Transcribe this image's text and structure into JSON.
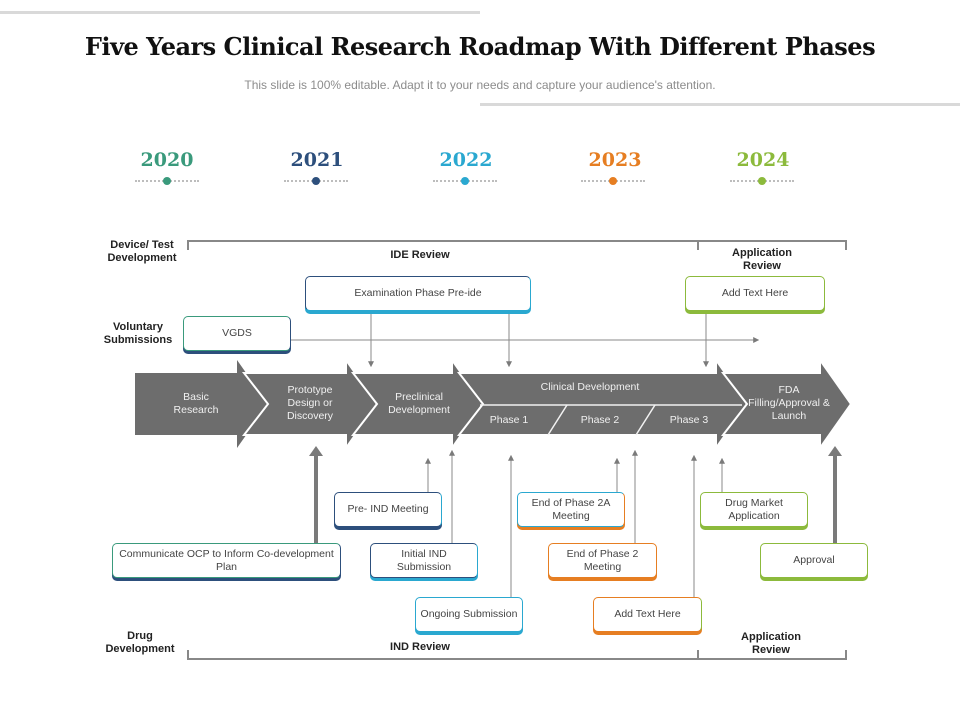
{
  "title": "Five Years Clinical Research Roadmap With Different Phases",
  "subtitle": "This slide is 100% editable. Adapt it to your needs and capture your audience's attention.",
  "years": [
    {
      "label": "2020",
      "color": "#3a9a7c"
    },
    {
      "label": "2021",
      "color": "#2d4f7c"
    },
    {
      "label": "2022",
      "color": "#2aa8d0"
    },
    {
      "label": "2023",
      "color": "#e67e22"
    },
    {
      "label": "2024",
      "color": "#8cba3c"
    }
  ],
  "side_labels": {
    "device": "Device/ Test Development",
    "voluntary": "Voluntary Submissions",
    "drug": "Drug Development"
  },
  "reviews": {
    "ide": "IDE Review",
    "app_top": "Application Review",
    "ind": "IND Review",
    "app_bottom": "Application Review"
  },
  "phases": {
    "basic": "Basic Research",
    "prototype": "Prototype Design or Discovery",
    "preclinical": "Preclinical Development",
    "clinical": "Clinical Development",
    "phase1": "Phase 1",
    "phase2": "Phase 2",
    "phase3": "Phase 3",
    "fda": "FDA Filling/Approval & Launch"
  },
  "boxes": {
    "examination": "Examination Phase Pre-ide",
    "add_text_top": "Add Text Here",
    "vgds": "VGDS",
    "pre_ind": "Pre- IND Meeting",
    "end_2a": "End of Phase 2A Meeting",
    "drug_market": "Drug Market Application",
    "communicate": "Communicate OCP to Inform Co-development Plan",
    "initial_ind": "Initial IND Submission",
    "end_2": "End of Phase 2 Meeting",
    "approval": "Approval",
    "ongoing": "Ongoing Submission",
    "add_text_bottom": "Add Text Here"
  },
  "colors": {
    "teal": "#3a9a7c",
    "navy": "#2d4f7c",
    "blue": "#2aa8d0",
    "orange": "#e67e22",
    "green": "#8cba3c",
    "arrow": "#6d6d6d"
  }
}
